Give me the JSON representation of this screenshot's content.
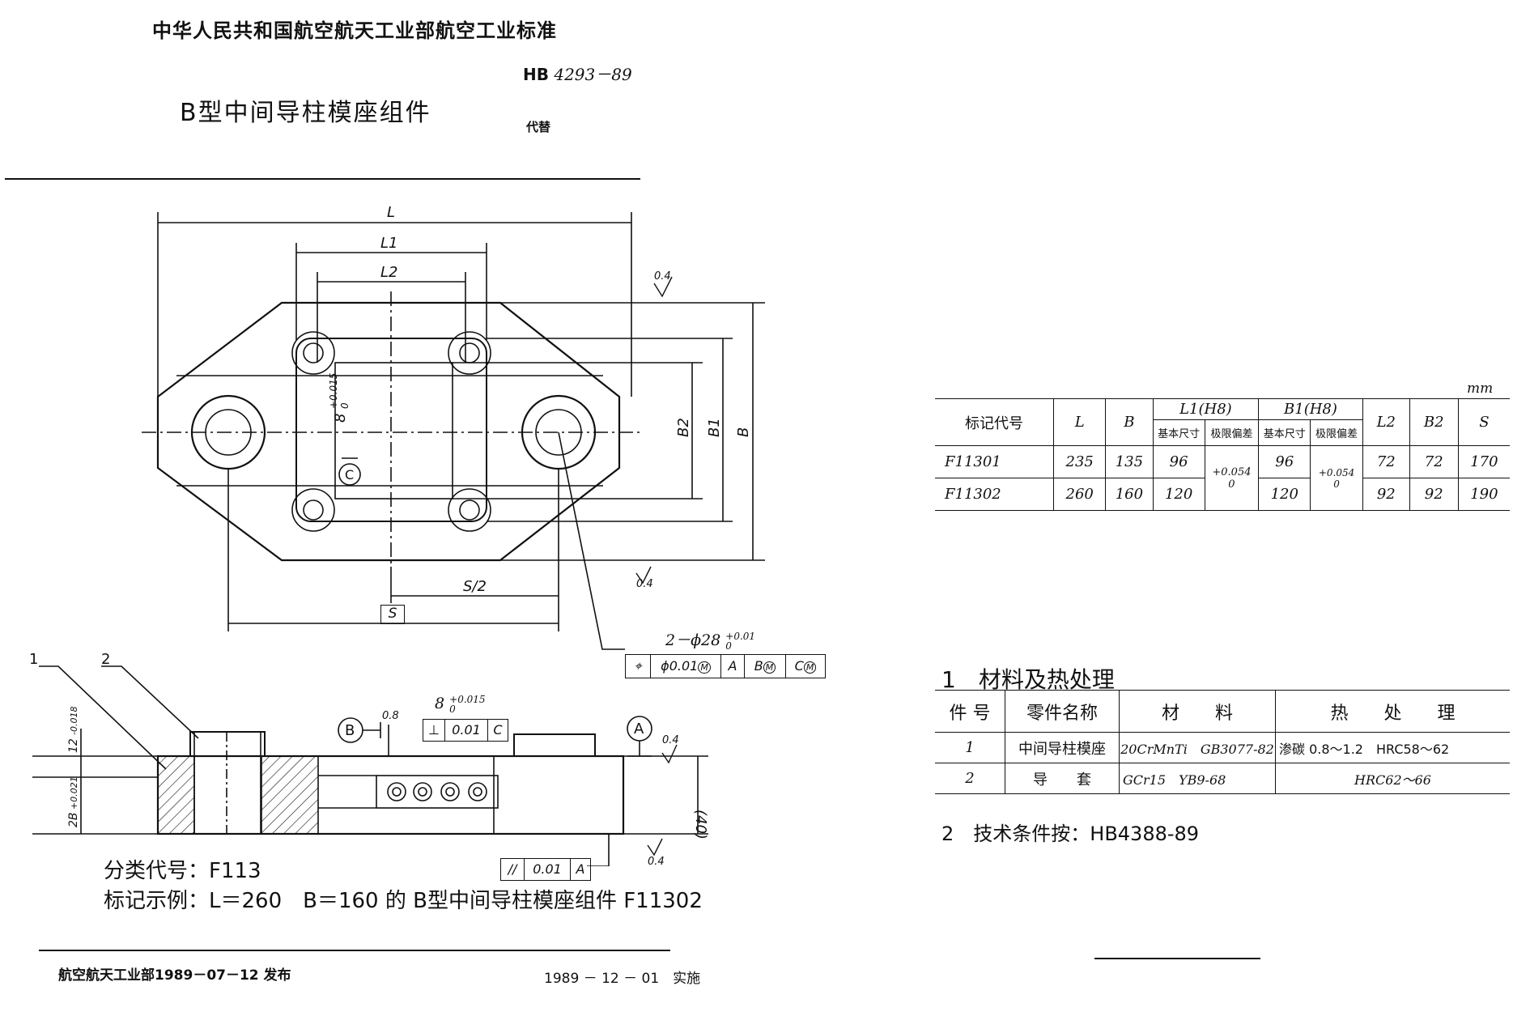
{
  "header": {
    "org_standard": "中华人民共和国航空航天工业部航空工业标准",
    "standard_prefix": "HB",
    "standard_no": "4293－89",
    "title": "B型中间导柱模座组件",
    "replaces_label": "代替"
  },
  "drawing": {
    "dim_L": "L",
    "dim_L1": "L1",
    "dim_L2": "L2",
    "dim_B": "B",
    "dim_B1": "B1",
    "dim_B2": "B2",
    "dim_S2": "S/2",
    "dim_S": "S",
    "slot_dim": "8",
    "slot_tol": "+0.015",
    "slot_tol_low": "0",
    "datum_C": "C",
    "roughness_top": "0.4",
    "roughness_bottom": "0.4",
    "hole_spec": "2－ϕ28",
    "hole_tol_up": "+0.01",
    "hole_tol_low": "0",
    "position_tol": "ϕ0.01",
    "ref_A": "A",
    "ref_B": "B",
    "ref_C": "C",
    "mod_M": "M"
  },
  "section": {
    "item1": "1",
    "item2": "2",
    "datum_A": "A",
    "datum_B": "B",
    "roughness_08": "0.8",
    "slot_dim": "8",
    "slot_tol": "+0.015",
    "slot_tol_low": "0",
    "perp_sym": "⊥",
    "perp_val": "0.01",
    "perp_ref": "C",
    "roughness_04a": "0.4",
    "roughness_04b": "0.4",
    "height_40": "(40)",
    "dim_12": "12",
    "dim_12_tol": "-0.018",
    "dim_2B": "2B",
    "dim_2B_tol": "+0.021",
    "par_sym": "//",
    "par_val": "0.01",
    "par_ref": "A"
  },
  "class_code_label": "分类代号：F113",
  "marking_example": "标记示例：L＝260　B＝160 的 B型中间导柱模座组件 F11302",
  "footer": {
    "issued": "航空航天工业部1989－07－12 发布",
    "effective": "1989 － 12 － 01　实施"
  },
  "size_table": {
    "unit": "mm",
    "headers": {
      "code": "标记代号",
      "L": "L",
      "B": "B",
      "L1_group": "L1(H8)",
      "B1_group": "B1(H8)",
      "basic": "基本尺寸",
      "deviation": "极限偏差",
      "L2": "L2",
      "B2": "B2",
      "S": "S"
    },
    "deviation_L1": "+0.054\n0",
    "deviation_B1": "+0.054\n0",
    "rows": [
      {
        "code": "F11301",
        "L": "235",
        "B": "135",
        "L1": "96",
        "B1": "96",
        "L2": "72",
        "B2": "72",
        "S": "170"
      },
      {
        "code": "F11302",
        "L": "260",
        "B": "160",
        "L1": "120",
        "B1": "120",
        "L2": "92",
        "B2": "92",
        "S": "190"
      }
    ]
  },
  "materials": {
    "heading": "1　材料及热处理",
    "headers": {
      "no": "件 号",
      "name": "零件名称",
      "material": "材　　料",
      "heat": "热　　处　　理"
    },
    "rows": [
      {
        "no": "1",
        "name": "中间导柱模座",
        "material": "20CrMnTi　GB3077-82",
        "heat": "渗碳 0.8～1.2　HRC58～62"
      },
      {
        "no": "2",
        "name": "导　　套",
        "material": "GCr15　YB9-68",
        "heat": "HRC62～66"
      }
    ]
  },
  "tech_conditions": "2　技术条件按：HB4388-89"
}
